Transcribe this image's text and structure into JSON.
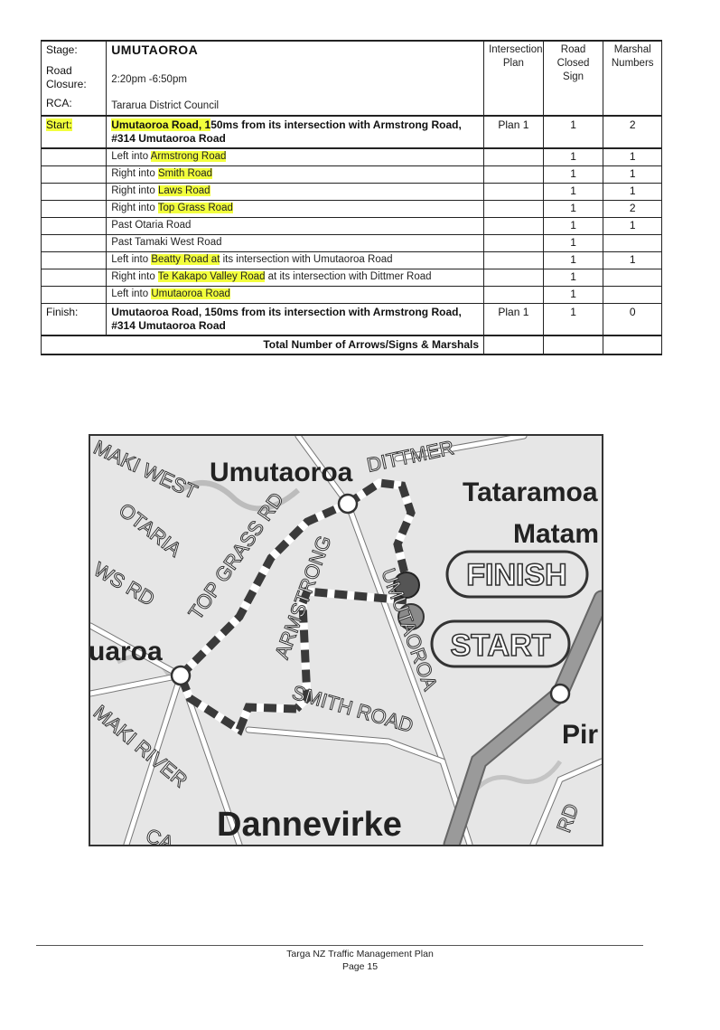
{
  "header": {
    "stage_label": "Stage:",
    "stage_value": "UMUTAOROA",
    "closure_label": "Road Closure:",
    "closure_value": "2:20pm -6:50pm",
    "rca_label": "RCA:",
    "rca_value": "Tararua District Council",
    "col_intersection": "Intersection Plan",
    "col_road_closed": "Road Closed Sign",
    "col_marshal": "Marshal Numbers"
  },
  "start": {
    "label": "Start:",
    "text_hl": "Umutaoroa Road, 1",
    "text_rest": "50ms from its intersection with Armstrong Road, #314 Umutaoroa Road",
    "plan": "Plan 1",
    "sign": "1",
    "marshal": "2"
  },
  "rows": [
    {
      "pre": "Left into ",
      "hl": "Armstrong Road",
      "post": "",
      "plan": "",
      "sign": "1",
      "marshal": "1"
    },
    {
      "pre": "Right into ",
      "hl": "Smith Road",
      "post": "",
      "plan": "",
      "sign": "1",
      "marshal": "1"
    },
    {
      "pre": "Right into ",
      "hl": "Laws Road",
      "post": "",
      "plan": "",
      "sign": "1",
      "marshal": "1"
    },
    {
      "pre": "Right into ",
      "hl": "Top Grass Road",
      "post": "",
      "plan": "",
      "sign": "1",
      "marshal": "2"
    },
    {
      "pre": "Past Otaria Road",
      "hl": "",
      "post": "",
      "plan": "",
      "sign": "1",
      "marshal": "1"
    },
    {
      "pre": "Past Tamaki West Road",
      "hl": "",
      "post": "",
      "plan": "",
      "sign": "1",
      "marshal": ""
    },
    {
      "pre": "Left into ",
      "hl": "Beatty Road at",
      "post": " its intersection with Umutaoroa Road",
      "plan": "",
      "sign": "1",
      "marshal": "1"
    },
    {
      "pre": "Right into ",
      "hl": "Te Kakapo Valley Road",
      "post": " at its intersection with Dittmer Road",
      "plan": "",
      "sign": "1",
      "marshal": ""
    },
    {
      "pre": "Left into ",
      "hl": "Umutaoroa Road",
      "post": "",
      "plan": "",
      "sign": "1",
      "marshal": ""
    }
  ],
  "finish": {
    "label": "Finish:",
    "text": "Umutaoroa Road, 150ms from its intersection with Armstrong Road, #314 Umutaoroa Road",
    "plan": "Plan 1",
    "sign": "1",
    "marshal": "0"
  },
  "total": {
    "label": "Total Number of Arrows/Signs & Marshals",
    "plan": "",
    "sign": "",
    "marshal": ""
  },
  "map": {
    "place_umutaoroa": "Umutaoroa",
    "place_tataramoa": "Tataramoa",
    "place_matamau": "Matam",
    "place_dannevirke": "Dannevirke",
    "place_uaroa": "uaroa",
    "place_pir": "Pir",
    "road_dittmer": "DITTMER",
    "road_top_grass": "TOP GRASS RD",
    "road_otaria": "OTARIA",
    "road_armstrong": "ARMSTRONG",
    "road_smith": "SMITH ROAD",
    "road_umutaoroa": "UMUTAOROA",
    "road_laws": "WS RD",
    "road_tamaki_west": "MAKI WEST",
    "road_tamaki_river": "MAKI RIVER",
    "road_rd": "RD",
    "road_ca": "CA",
    "finish_label": "FINISH",
    "start_label": "START",
    "route_color": "#3a3a3a",
    "highway_color": "#9a9a9a"
  },
  "footer": {
    "title": "Targa NZ Traffic Management Plan",
    "page": "Page 15"
  }
}
